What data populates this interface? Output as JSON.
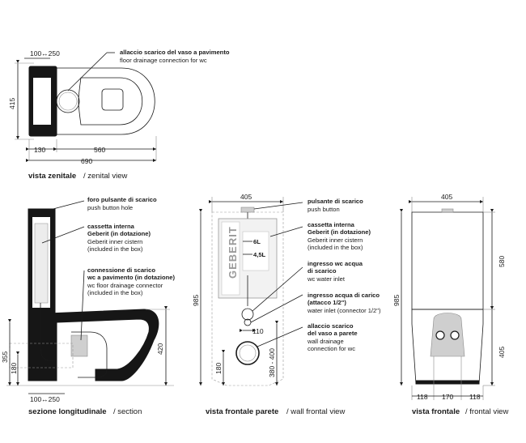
{
  "zenital": {
    "dim_top": "100↔250",
    "dim_left": "415",
    "dim_bottom_a": "130",
    "dim_bottom_b": "560",
    "dim_total": "690",
    "callout_bold": "allaccio scarico del vaso a pavimento",
    "callout_normal": "floor drainage connection for wc",
    "caption_it": "vista zenitale",
    "caption_en": "/ zenital view"
  },
  "section": {
    "callouts": [
      {
        "bold": [
          "foro pulsante di scarico"
        ],
        "normal": [
          "push button hole"
        ]
      },
      {
        "bold": [
          "cassetta interna",
          "Geberit (in dotazione)"
        ],
        "normal": [
          "Geberit inner cistern",
          "(included in the box)"
        ]
      },
      {
        "bold": [
          "connessione di scarico",
          "wc a pavimento (in dotazione)"
        ],
        "normal": [
          "wc floor drainage connector",
          "(included in the box)"
        ]
      }
    ],
    "dim_355": "355",
    "dim_180": "180",
    "dim_420": "420",
    "dim_bottom": "100↔250",
    "caption_it": "sezione longitudinale",
    "caption_en": "/ section"
  },
  "wall": {
    "dim_width": "405",
    "dim_height": "985",
    "dim_110": "110",
    "dim_180": "180",
    "dim_range": "380 - 400",
    "level_6l": "6L",
    "level_45l": "4,5L",
    "brand": "GEBERIT",
    "callouts": [
      {
        "bold": [
          "pulsante di scarico"
        ],
        "normal": [
          "push button"
        ]
      },
      {
        "bold": [
          "cassetta interna",
          "Geberit (in dotazione)"
        ],
        "normal": [
          "Geberit inner cistern",
          "(included in the box)"
        ]
      },
      {
        "bold": [
          "ingresso wc acqua",
          "di scarico"
        ],
        "normal": [
          "wc water inlet"
        ]
      },
      {
        "bold": [
          "ingresso acqua di carico",
          "(attacco 1/2\")"
        ],
        "normal": [
          "water inlet (connector 1/2\")"
        ]
      },
      {
        "bold": [
          "allaccio scarico",
          "del vaso a parete"
        ],
        "normal": [
          "wall drainage",
          "connection for wc"
        ]
      }
    ],
    "caption_it": "vista frontale parete",
    "caption_en": "/ wall frontal view"
  },
  "front": {
    "dim_width": "405",
    "dim_height": "985",
    "dim_580": "580",
    "dim_405": "405",
    "dim_118a": "118",
    "dim_170": "170",
    "dim_118b": "118",
    "caption_it": "vista frontale",
    "caption_en": "/ frontal view"
  }
}
